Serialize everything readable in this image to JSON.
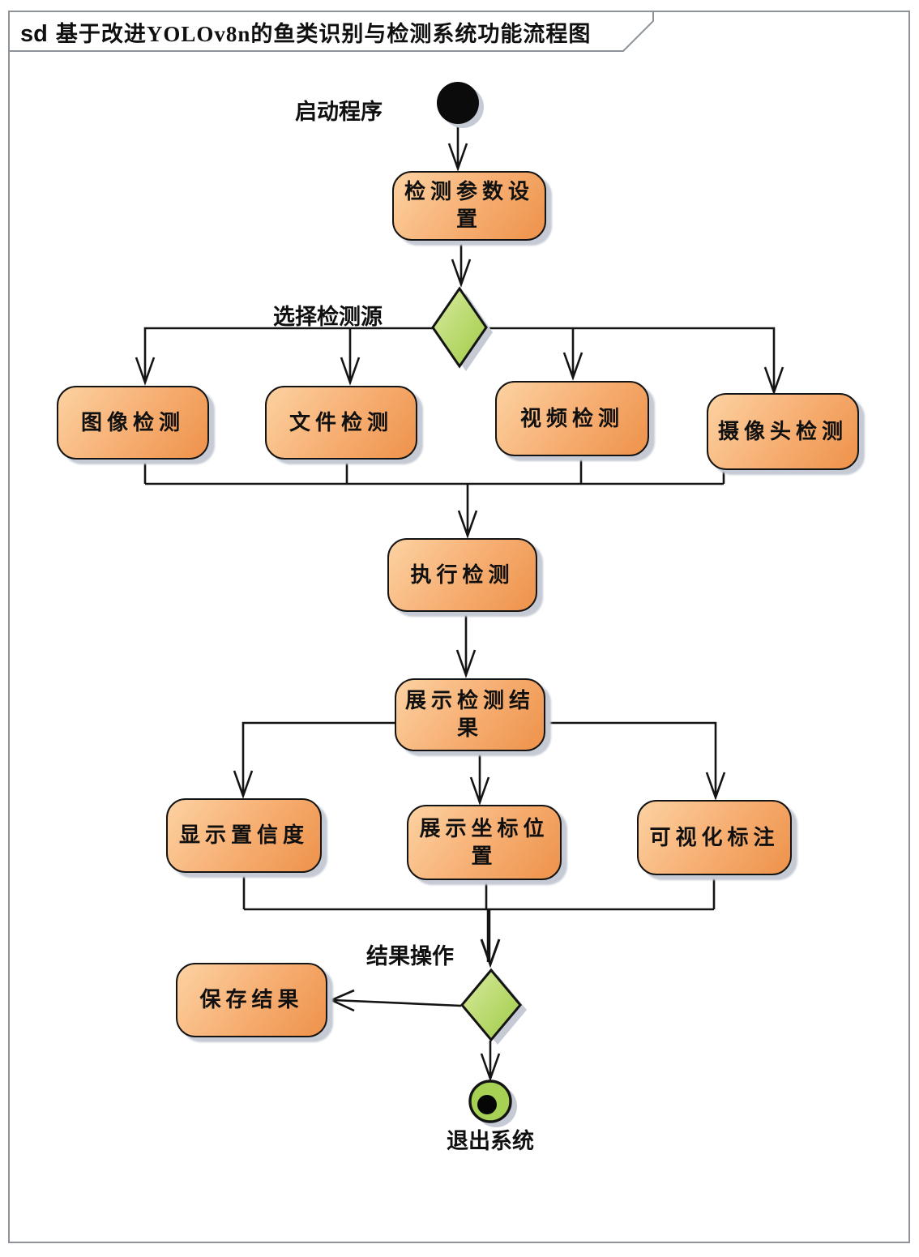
{
  "header": {
    "keyword": "sd",
    "title": "基于改进YOLOv8n的鱼类识别与检测系统功能流程图"
  },
  "labels": {
    "start": "启动程序",
    "select_source": "选择检测源",
    "result_action": "结果操作",
    "exit": "退出系统"
  },
  "nodes": {
    "param_setting": "检测参数设置",
    "image_detect": "图像检测",
    "file_detect": "文件检测",
    "video_detect": "视频检测",
    "camera_detect": "摄像头检测",
    "exec_detect": "执行检测",
    "show_result": "展示检测结果",
    "show_confidence": "显示置信度",
    "show_coords": "展示坐标位置",
    "visual_annot": "可视化标注",
    "save_result": "保存结果"
  },
  "colors": {
    "activity-light": "#fcd2a2",
    "activity-dark": "#ee924a",
    "decision-light": "#d9eb9f",
    "decision-dark": "#9fca45",
    "final-fill": "#a6d155",
    "outline": "#141414",
    "frame": "#8d9399",
    "shadow": "#c5cad4"
  }
}
